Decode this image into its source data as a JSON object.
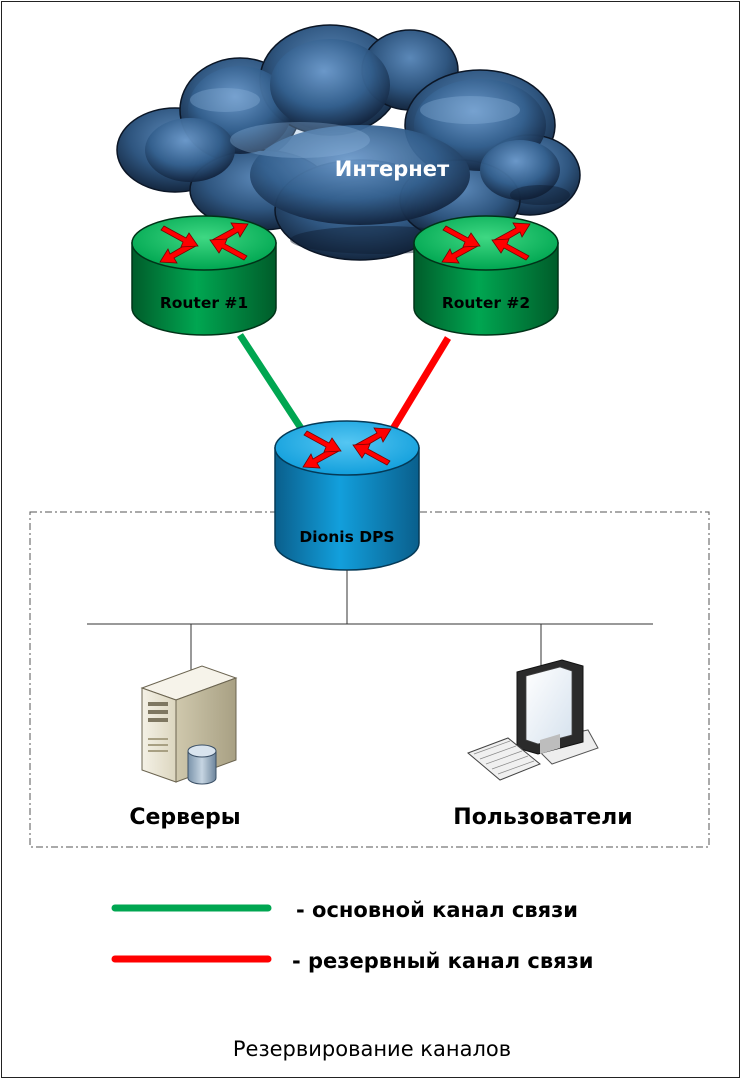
{
  "cloud": {
    "label": "Интернет"
  },
  "routers": {
    "r1": {
      "label": "Router #1"
    },
    "r2": {
      "label": "Router #2"
    },
    "dps": {
      "label": "Dionis DPS"
    }
  },
  "endpoints": {
    "servers": {
      "label": "Серверы",
      "icon": "server-icon"
    },
    "users": {
      "label": "Пользователи",
      "icon": "workstation-icon"
    }
  },
  "legend": {
    "primary": {
      "text": "- основной канал связи",
      "color": "#00a651"
    },
    "backup": {
      "text": "- резервный канал связи",
      "color": "#ff0000"
    }
  },
  "caption": "Резервирование каналов",
  "colors": {
    "router_green": "#00a651",
    "router_blue": "#0d9bd8",
    "arrow_red": "#ff0000"
  }
}
